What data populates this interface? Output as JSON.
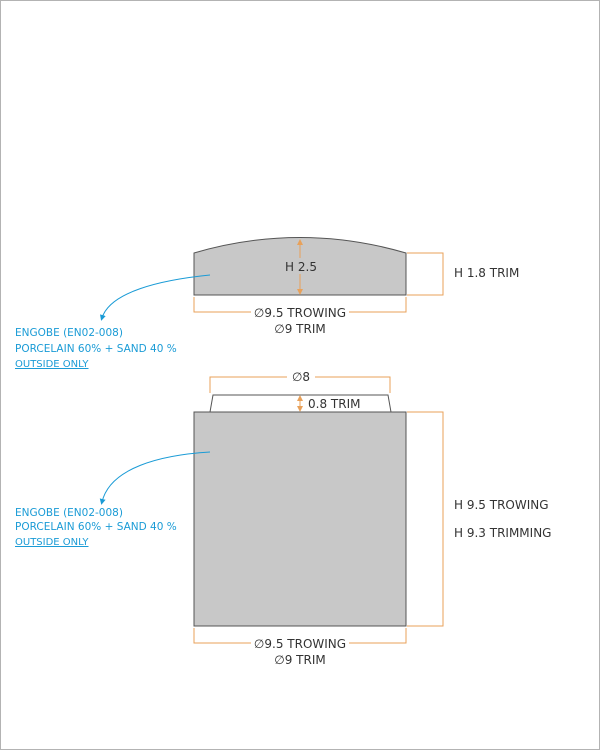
{
  "colors": {
    "dimension": "#e8a15a",
    "note": "#1a9bd6",
    "part_fill": "#c8c8c8",
    "part_stroke": "#555555",
    "text": "#333333",
    "frame": "#b3b3b3"
  },
  "lid": {
    "inner_height_label": "H 2.5",
    "height_label": "H 1.8 TRIM",
    "diameter_trowing": "∅9.5 TROWING",
    "diameter_trim": "∅9 TRIM",
    "note": {
      "line1": "ENGOBE (EN02-008)",
      "line2": "PORCELAIN 60% + SAND 40 %",
      "line3": "OUTSIDE ONLY"
    }
  },
  "body": {
    "top_diameter_label": "∅8",
    "rim_height_label": "0.8 TRIM",
    "height_trowing": "H 9.5 TROWING",
    "height_trimming": "H 9.3 TRIMMING",
    "diameter_trowing": "∅9.5 TROWING",
    "diameter_trim": "∅9 TRIM",
    "note": {
      "line1": "ENGOBE (EN02-008)",
      "line2": "PORCELAIN 60% + SAND 40 %",
      "line3": "OUTSIDE ONLY"
    }
  }
}
